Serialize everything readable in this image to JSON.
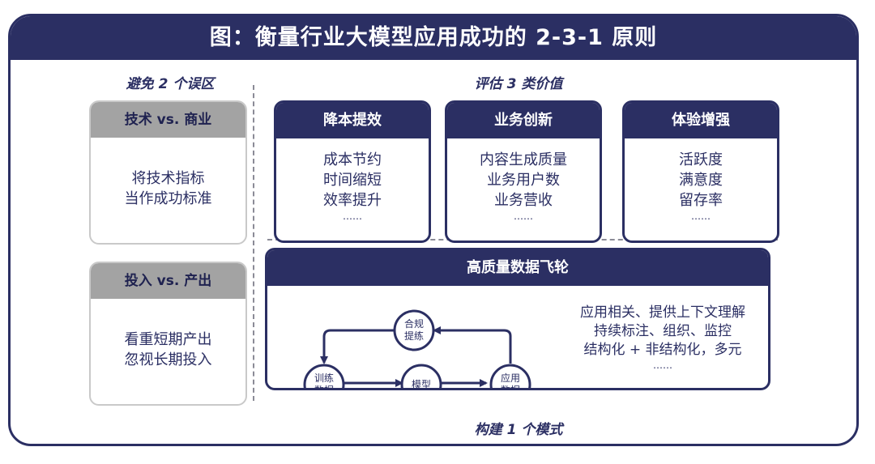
{
  "header": {
    "title": "图：衡量行业大模型应用成功的 2-3-1 原则"
  },
  "left": {
    "heading": "避免 2 个误区",
    "cards": [
      {
        "title": "技术 vs. 商业",
        "lines": [
          "将技术指标",
          "当作成功标准"
        ]
      },
      {
        "title": "投入 vs. 产出",
        "lines": [
          "看重短期产出",
          "忽视长期投入"
        ]
      }
    ]
  },
  "values": {
    "heading": "评估 3 类价值",
    "cards": [
      {
        "title": "降本提效",
        "lines": [
          "成本节约",
          "时间缩短",
          "效率提升"
        ],
        "more": "……"
      },
      {
        "title": "业务创新",
        "lines": [
          "内容生成质量",
          "业务用户数",
          "业务营收"
        ],
        "more": "……"
      },
      {
        "title": "体验增强",
        "lines": [
          "活跃度",
          "满意度",
          "留存率"
        ],
        "more": "……"
      }
    ]
  },
  "flywheel": {
    "title": "高质量数据飞轮",
    "nodes": {
      "compliance": [
        "合规",
        "提练"
      ],
      "training": [
        "训练",
        "数据"
      ],
      "model": [
        "模型"
      ],
      "application": [
        "应用",
        "数据"
      ]
    },
    "text": [
      "应用相关、提供上下文理解",
      "持续标注、组织、监控",
      "结构化 + 非结构化，多元"
    ],
    "more": "……"
  },
  "footer": {
    "heading": "构建 1 个模式"
  },
  "colors": {
    "navy": "#2b2f63",
    "grey_title": "#a3a3a3",
    "divider": "#8b8b96"
  }
}
